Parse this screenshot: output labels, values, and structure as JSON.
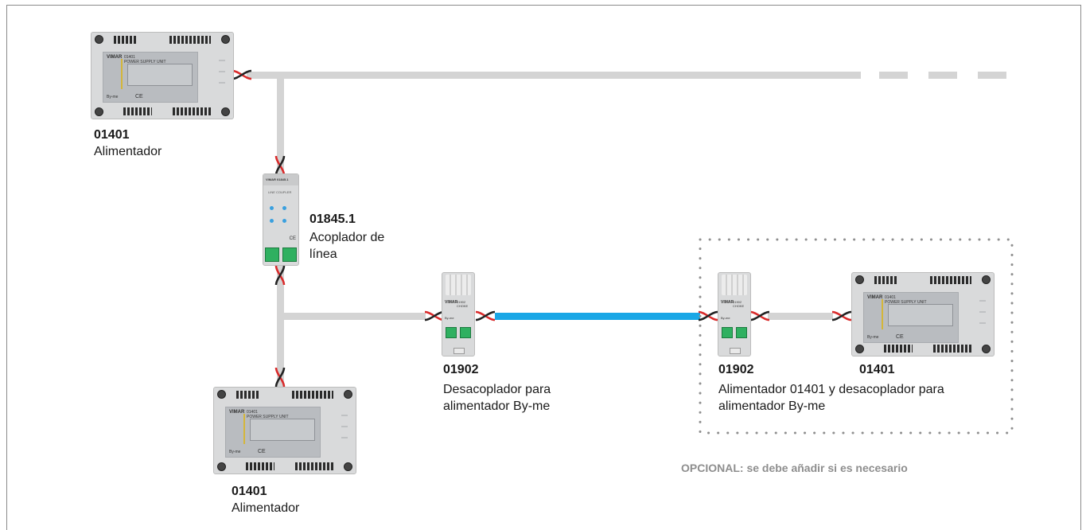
{
  "devices": {
    "psu_top": {
      "code": "01401",
      "description": "Alimentador"
    },
    "coupler": {
      "code": "01845.1",
      "description_line1": "Acoplador de",
      "description_line2": "línea"
    },
    "psu_bottom": {
      "code": "01401",
      "description": "Alimentador"
    },
    "decoupler_mid": {
      "code": "01902",
      "description_line1": "Desacoplador para",
      "description_line2": "alimentador By-me"
    },
    "decoupler_opt": {
      "code": "01902"
    },
    "psu_opt": {
      "code": "01401"
    },
    "opt_description_line1": "Alimentador 01401 y desacoplador para",
    "opt_description_line2": "alimentador By-me"
  },
  "optional_note": "OPCIONAL: se debe añadir si es necesario",
  "colors": {
    "bus_line": "#d4d4d4",
    "powered_segment": "#1aa7e6",
    "twisted_pair_red": "#d92b2b",
    "twisted_pair_black": "#222222",
    "optional_text": "#8e8e8e"
  },
  "icons": {
    "twisted_pair": "twisted-pair-icon",
    "power_supply": "power-supply-module",
    "line_coupler": "line-coupler-module",
    "choke": "choke-module"
  }
}
